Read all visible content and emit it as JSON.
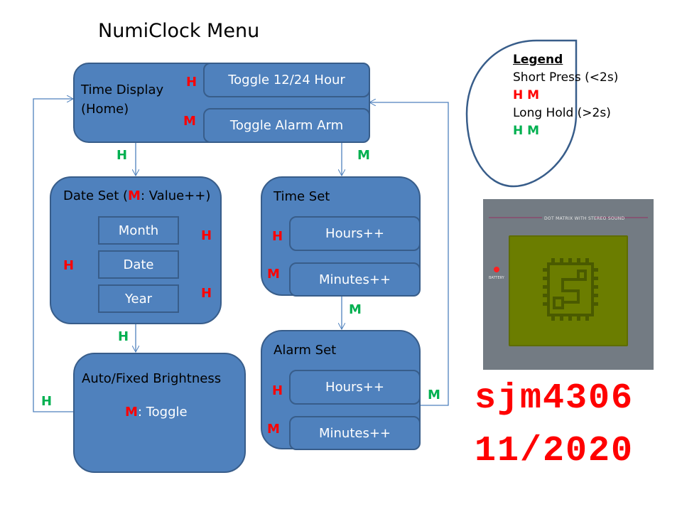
{
  "title": "NumiClock Menu",
  "colors": {
    "box_fill": "#4f81bd",
    "box_border": "#385d8a",
    "short_press": "#ff0000",
    "long_hold": "#00b050",
    "signature": "#ff0000",
    "lcd": "#6b7d00",
    "device_body": "#737b83"
  },
  "time_display": {
    "label_line1": "Time Display",
    "label_line2": "(Home)",
    "h_key": "H",
    "m_key": "M",
    "h_action": "Toggle 12/24 Hour",
    "m_action": "Toggle Alarm Arm"
  },
  "date_set": {
    "label_prefix": "Date Set (",
    "label_key": "M",
    "label_suffix": ": Value++)",
    "items": [
      "Month",
      "Date",
      "Year"
    ],
    "h_key_1": "H",
    "h_key_2": "H",
    "h_key_loop": "H"
  },
  "brightness": {
    "label": "Auto/Fixed Brightness",
    "key": "M",
    "action": ": Toggle"
  },
  "time_set": {
    "label": "Time Set",
    "h_key": "H",
    "m_key": "M",
    "h_action": "Hours++",
    "m_action": "Minutes++"
  },
  "alarm_set": {
    "label": "Alarm Set",
    "h_key": "H",
    "m_key": "M",
    "h_action": "Hours++",
    "m_action": "Minutes++"
  },
  "transitions": {
    "home_to_date": "H",
    "home_to_time": "M",
    "date_to_brightness": "H",
    "brightness_to_home": "H",
    "time_to_alarm": "M",
    "alarm_to_home": "M"
  },
  "legend": {
    "header": "Legend",
    "short_press_label": "Short Press (<2s)",
    "short_press_keys": "H M",
    "long_hold_label": "Long Hold (>2s)",
    "long_hold_keys": "H M"
  },
  "device": {
    "caption": "DOT MATRIX WITH STEREO SOUND",
    "battery_label": "BATTERY",
    "screen_icon": "chip-s-logo-icon"
  },
  "signature": {
    "author": "sjm4306",
    "date": "11/2020"
  }
}
